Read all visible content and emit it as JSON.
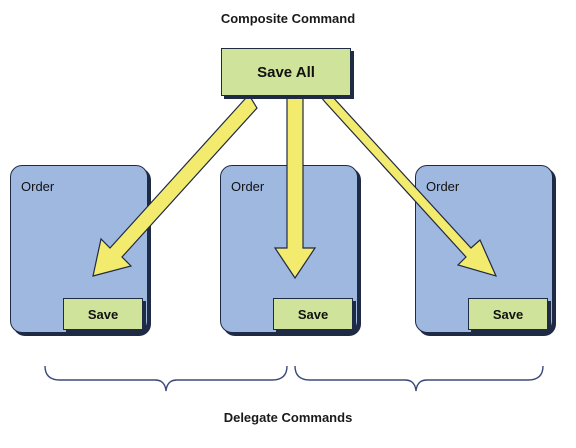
{
  "diagram": {
    "title": "Composite Command",
    "footer": "Delegate Commands",
    "composite_button": "Save All",
    "panels": [
      {
        "label": "Order",
        "button": "Save"
      },
      {
        "label": "Order",
        "button": "Save"
      },
      {
        "label": "Order",
        "button": "Save"
      }
    ],
    "colors": {
      "panel_fill": "#9fb8e0",
      "button_fill": "#cfe49a",
      "arrow_fill": "#f3eb6e",
      "outline": "#1f2a44"
    }
  }
}
